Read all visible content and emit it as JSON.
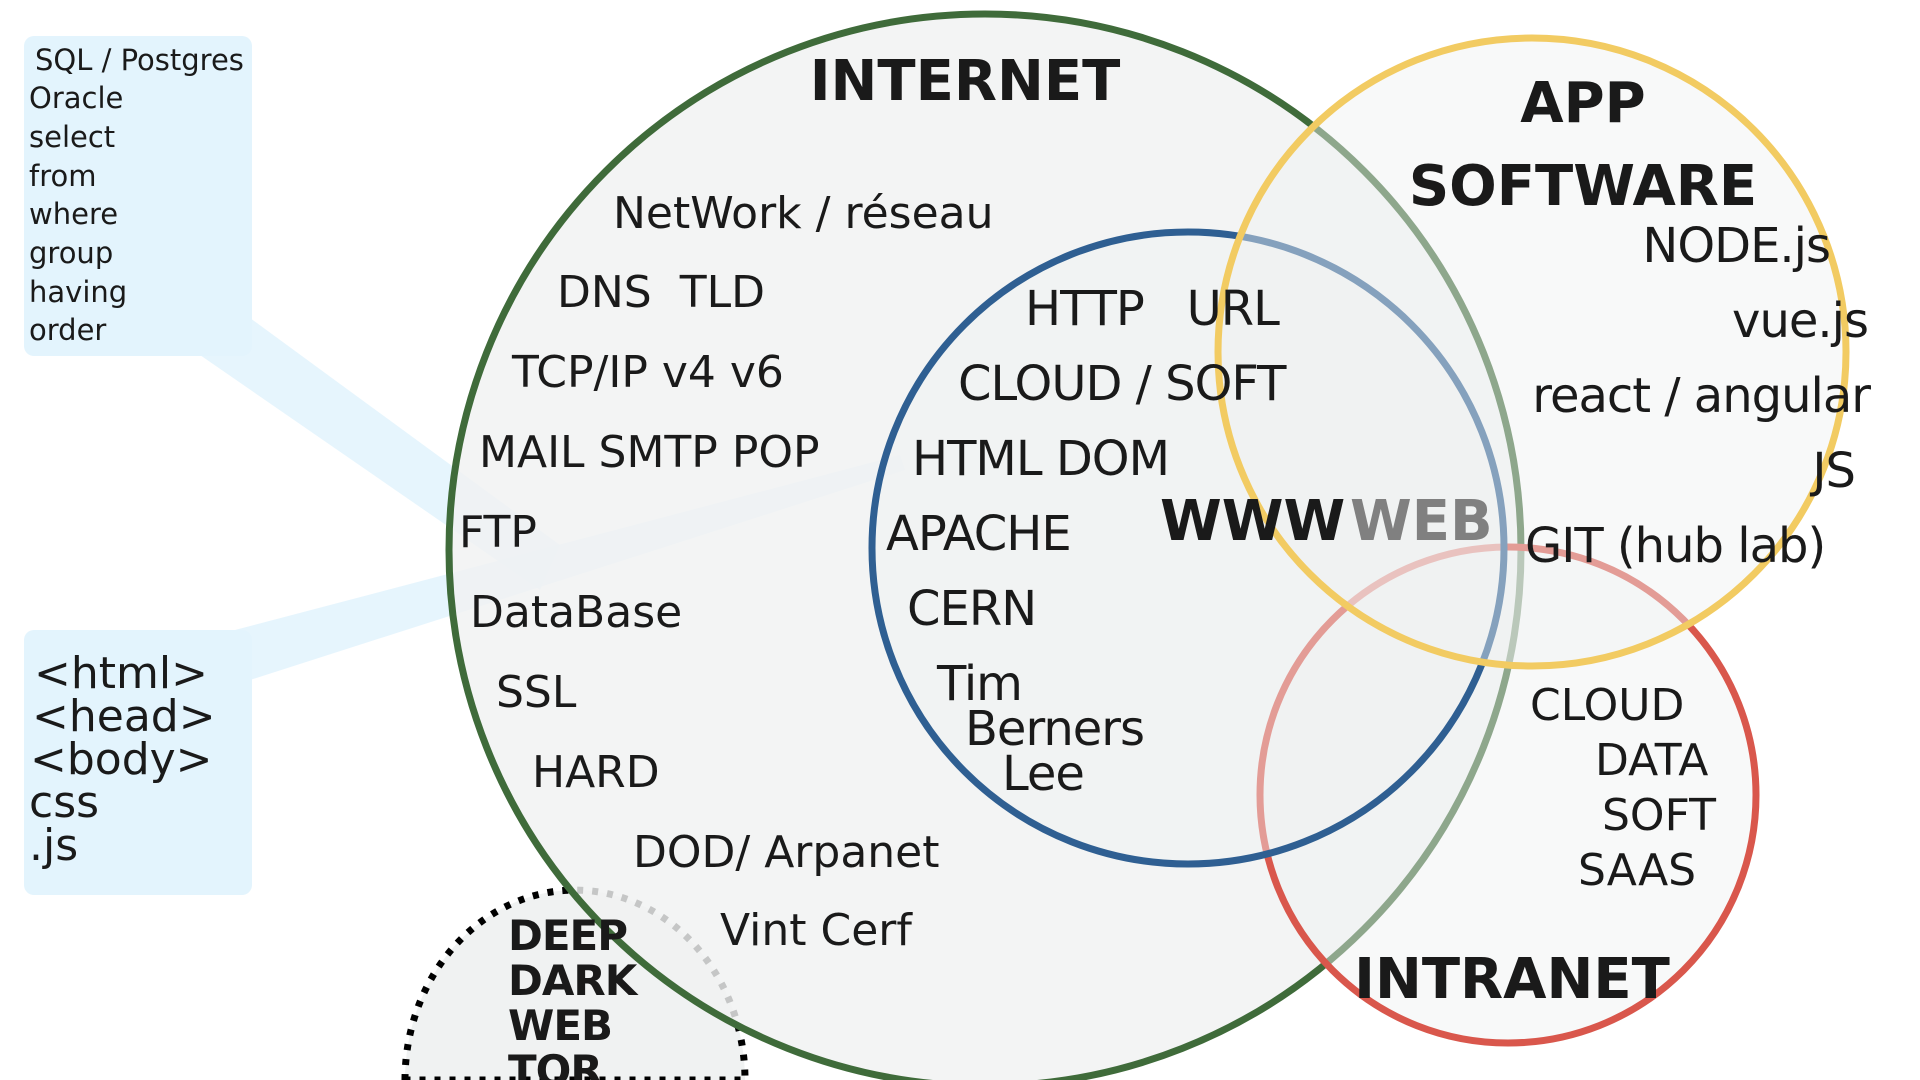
{
  "colors": {
    "internet": "#3f6b3a",
    "web": "#2f5f92",
    "app": "#f2cb62",
    "intranet": "#d9574c",
    "callout": "#e3f4fd",
    "fill": "#f0f2f2"
  },
  "internet": {
    "title": "INTERNET",
    "items": [
      "NetWork / réseau",
      "DNS  TLD",
      "TCP/IP v4 v6",
      "MAIL SMTP POP",
      "FTP",
      "DataBase",
      "SSL",
      "HARD",
      "DOD/ Arpanet",
      "Vint Cerf"
    ]
  },
  "web": {
    "title_www": "WWW",
    "title_web": "WEB",
    "items": [
      "HTTP   URL",
      "CLOUD / SOFT",
      "HTML DOM",
      "APACHE",
      "CERN",
      "Tim",
      "Berners",
      "Lee"
    ]
  },
  "app": {
    "title_line1": "APP",
    "title_line2": "SOFTWARE",
    "items": [
      "NODE.js",
      "vue.js",
      "react / angular",
      "JS",
      "GIT (hub lab)"
    ]
  },
  "intranet": {
    "title": "INTRANET",
    "items": [
      "CLOUD",
      "DATA",
      "SOFT",
      "SAAS"
    ]
  },
  "deep": {
    "lines": [
      "DEEP",
      "DARK",
      "WEB",
      "TOR"
    ]
  },
  "callout_sql": {
    "lines": [
      "SQL / Postgres",
      "Oracle",
      "select",
      "from",
      "where",
      "group",
      "having",
      "order"
    ]
  },
  "callout_html": {
    "lines": [
      "<html>",
      "<head>",
      "<body>",
      "css",
      ".js"
    ]
  }
}
